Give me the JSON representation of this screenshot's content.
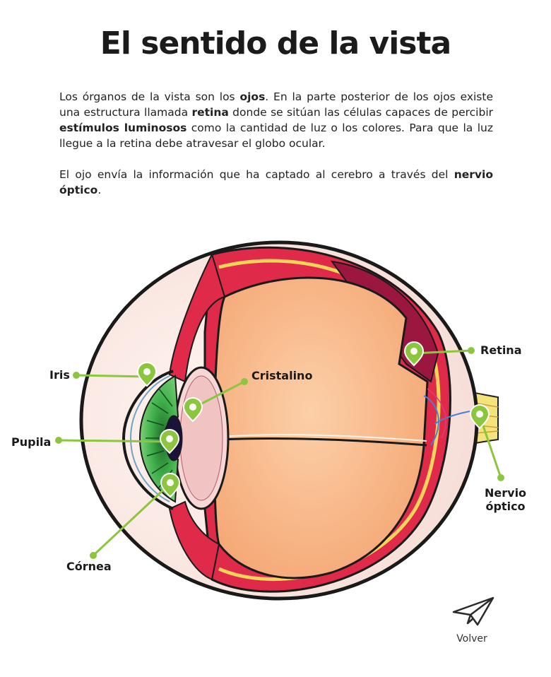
{
  "title": "El sentido de la vista",
  "intro": {
    "p1": [
      {
        "t": "Los órganos de la vista son los ",
        "b": false
      },
      {
        "t": "ojos",
        "b": true
      },
      {
        "t": ". En la parte posterior de los ojos existe una estructura llamada ",
        "b": false
      },
      {
        "t": "retina",
        "b": true
      },
      {
        "t": " donde se sitúan las células capaces de percibir ",
        "b": false
      },
      {
        "t": "estímulos luminosos",
        "b": true
      },
      {
        "t": " como la cantidad de luz o los colores. Para que la luz llegue a la retina debe atravesar el globo ocular.",
        "b": false
      }
    ],
    "p2": [
      {
        "t": "El ojo envía la información que ha captado al cerebro a través del ",
        "b": false
      },
      {
        "t": "nervio óptico",
        "b": true
      },
      {
        "t": ".",
        "b": false
      }
    ]
  },
  "labels": {
    "iris": "Iris",
    "pupila": "Pupila",
    "cornea": "Córnea",
    "cristalino": "Cristalino",
    "retina": "Retina",
    "nervio_1": "Nervio",
    "nervio_2": "óptico"
  },
  "back": {
    "label": "Volver",
    "icon": "paper-plane-icon"
  },
  "colors": {
    "marker": "#8cc63f",
    "sclera": "#fbeee9",
    "vitreous": "#f9b98a",
    "tissue": "#e02a4a",
    "iris": "#3fae4a"
  }
}
